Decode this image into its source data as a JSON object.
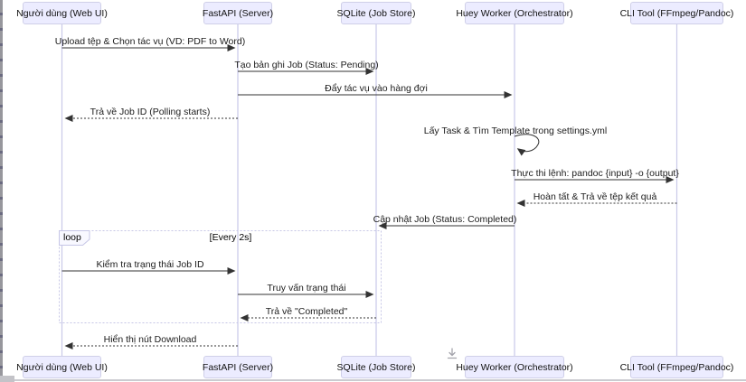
{
  "diagram": {
    "type": "sequence-diagram",
    "actors": [
      {
        "id": "user",
        "label": "Người dùng (Web UI)"
      },
      {
        "id": "fastapi",
        "label": "FastAPI (Server)"
      },
      {
        "id": "sqlite",
        "label": "SQLite (Job Store)"
      },
      {
        "id": "huey",
        "label": "Huey Worker (Orchestrator)"
      },
      {
        "id": "cli",
        "label": "CLI Tool (FFmpeg/Pandoc)"
      }
    ],
    "messages": [
      {
        "from": "user",
        "to": "fastapi",
        "style": "solid",
        "label": "Upload tệp & Chọn tác vụ (VD: PDF to Word)"
      },
      {
        "from": "fastapi",
        "to": "sqlite",
        "style": "solid",
        "label": "Tạo bản ghi Job (Status: Pending)"
      },
      {
        "from": "fastapi",
        "to": "huey",
        "style": "solid",
        "label": "Đẩy tác vụ vào hàng đợi"
      },
      {
        "from": "fastapi",
        "to": "user",
        "style": "dotted",
        "label": "Trả về Job ID (Polling starts)"
      },
      {
        "from": "huey",
        "to": "huey",
        "style": "self",
        "label": "Lấy Task & Tìm Template trong settings.yml"
      },
      {
        "from": "huey",
        "to": "cli",
        "style": "solid",
        "label": "Thực thi lệnh: pandoc {input} -o {output}"
      },
      {
        "from": "cli",
        "to": "huey",
        "style": "dotted",
        "label": "Hoàn tất & Trả về tệp kết quả"
      },
      {
        "from": "huey",
        "to": "sqlite",
        "style": "solid",
        "label": "Cập nhật Job (Status: Completed)"
      },
      {
        "from": "user",
        "to": "fastapi",
        "style": "solid",
        "label": "Kiểm tra trạng thái Job ID",
        "in_loop": true
      },
      {
        "from": "fastapi",
        "to": "sqlite",
        "style": "solid",
        "label": "Truy vấn trạng thái",
        "in_loop": true
      },
      {
        "from": "sqlite",
        "to": "fastapi",
        "style": "dotted",
        "label": "Trả về \"Completed\"",
        "in_loop": true
      },
      {
        "from": "fastapi",
        "to": "user",
        "style": "dotted",
        "label": "Hiển thị nút Download"
      }
    ],
    "loop": {
      "label": "loop",
      "condition": "[Every 2s]"
    },
    "colors": {
      "actor_fill": "#ececff",
      "actor_border": "#cfcfe8",
      "lifeline": "#c9c9e8",
      "arrow": "#333333",
      "loop_border": "#c6c6e6"
    }
  },
  "icons": {
    "download": "download-icon"
  }
}
